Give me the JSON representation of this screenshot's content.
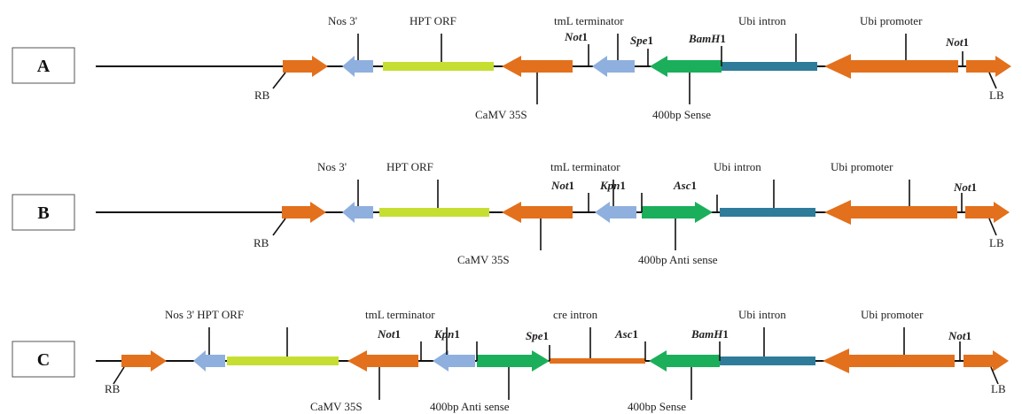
{
  "colors": {
    "orange": "#E3701C",
    "light_blue": "#8FB0DE",
    "lime": "#C6DE32",
    "green": "#1BAF5B",
    "teal": "#2E7C9A",
    "backbone": "#111111"
  },
  "constructs": [
    {
      "id": "A",
      "box_label": "A",
      "border_label": "RB",
      "end_label": "LB",
      "labels": {
        "nos": "Nos 3'",
        "hpt": "HPT ORF",
        "tml": "tmL terminator",
        "not1": "Not",
        "not1_num": "1",
        "spe1": "Spe",
        "spe1_num": "1",
        "bamh1": "BamH",
        "bamh1_num": "1",
        "ubi_intron": "Ubi intron",
        "ubi_promoter": "Ubi promoter",
        "not2": "Not",
        "not2_num": "1",
        "camv": "CaMV 35S",
        "insert": "400bp Sense"
      }
    },
    {
      "id": "B",
      "box_label": "B",
      "border_label": "RB",
      "end_label": "LB",
      "labels": {
        "nos": "Nos 3'",
        "hpt": "HPT ORF",
        "tml": "tmL terminator",
        "not1": "Not",
        "not1_num": "1",
        "kpn1": "Kpn",
        "kpn1_num": "1",
        "asc1": "Asc",
        "asc1_num": "1",
        "ubi_intron": "Ubi intron",
        "ubi_promoter": "Ubi promoter",
        "not2": "Not",
        "not2_num": "1",
        "camv": "CaMV 35S",
        "insert": "400bp Anti sense"
      }
    },
    {
      "id": "C",
      "box_label": "C",
      "border_label": "RB",
      "end_label": "LB",
      "labels": {
        "nos_hpt": "Nos 3' HPT ORF",
        "tml": "tmL terminator",
        "not1": "Not",
        "not1_num": "1",
        "kpn1": "Kpn",
        "kpn1_num": "1",
        "cre_intron": "cre intron",
        "spe1": "Spe",
        "spe1_num": "1",
        "asc1": "Asc",
        "asc1_num": "1",
        "bamh1": "BamH",
        "bamh1_num": "1",
        "ubi_intron": "Ubi intron",
        "ubi_promoter": "Ubi promoter",
        "not2": "Not",
        "not2_num": "1",
        "camv": "CaMV 35S",
        "insert_anti": "400bp Anti sense",
        "insert_sense": "400bp Sense"
      }
    }
  ]
}
